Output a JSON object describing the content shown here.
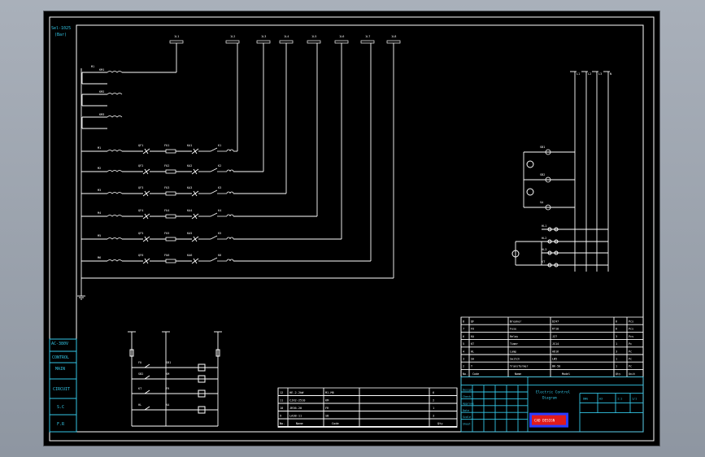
{
  "colors": {
    "background": "#000000",
    "frame": "#ffffff",
    "side_text": "#33c6e6",
    "bus_line": "#ffffff",
    "title_cyan": "#33c6e6",
    "stamp_red": "#e11b1b",
    "stamp_blue": "#2a3cff"
  },
  "side_table": {
    "top_lines": [
      "Sel-1025",
      "(Bar)"
    ],
    "cells": [
      "AC-380V",
      "CONTROL",
      "MAIN",
      "CIRCUIT",
      "S.C",
      "F.R"
    ]
  },
  "bus_labels": [
    "1L1",
    "1L2",
    "1L3",
    "1L4",
    "1L5",
    "1L6",
    "1L7",
    "1L8"
  ],
  "feeders": [
    {
      "motor": "M1",
      "breaker": "QF1",
      "fuse": "FU1",
      "relay": "KA1",
      "contact": "K1"
    },
    {
      "motor": "M2",
      "breaker": "QF2",
      "fuse": "FU2",
      "relay": "KA2",
      "contact": "K2"
    },
    {
      "motor": "M3",
      "breaker": "QF3",
      "fuse": "FU3",
      "relay": "KA3",
      "contact": "K3"
    },
    {
      "motor": "M4",
      "breaker": "QF4",
      "fuse": "FU4",
      "relay": "KA4",
      "contact": "K4"
    },
    {
      "motor": "M5",
      "breaker": "QF5",
      "fuse": "FU5",
      "relay": "KA5",
      "contact": "K5"
    },
    {
      "motor": "M6",
      "breaker": "QF6",
      "fuse": "FU6",
      "relay": "KA6",
      "contact": "K6"
    }
  ],
  "coils": [
    "KM1",
    "KM2",
    "KM3"
  ],
  "right_bus_labels": [
    "L1",
    "L2",
    "L3",
    "N"
  ],
  "right_labels": [
    "SB1",
    "SB2",
    "SA",
    "HL1",
    "HL2",
    "HL3",
    "KT"
  ],
  "control_labels": [
    "FU",
    "SB1",
    "SB2",
    "KM",
    "KT",
    "FR",
    "HL",
    "KA"
  ],
  "parts_table": {
    "rows": [
      [
        "12",
        "HE-2.2kW",
        "M1-M6",
        "6"
      ],
      [
        "11",
        "CJX2-2510",
        "KM",
        "2"
      ],
      [
        "10",
        "JR36-20",
        "FR",
        "1"
      ],
      [
        "9",
        "LA38-11",
        "SB",
        "3"
      ]
    ],
    "header": [
      "No.",
      "Name",
      "Code",
      "Qty"
    ]
  },
  "title_upper": {
    "rows": [
      [
        "8",
        "QF",
        "Breaker",
        "DZ47",
        "6",
        "Pcs"
      ],
      [
        "7",
        "FU",
        "Fuse",
        "RT18",
        "6",
        "Pcs"
      ],
      [
        "6",
        "KA",
        "Relay",
        "JZ7",
        "3",
        "Pcs"
      ],
      [
        "5",
        "KT",
        "Timer",
        "JS14",
        "1",
        "Pc"
      ],
      [
        "4",
        "HL",
        "Lamp",
        "AD16",
        "3",
        "Pc"
      ],
      [
        "3",
        "SA",
        "Switch",
        "LW5",
        "1",
        "Pc"
      ],
      [
        "2",
        "T",
        "Transformer",
        "BK-50",
        "1",
        "Pc"
      ]
    ],
    "header": [
      "No.",
      "Code",
      "Name",
      "Model",
      "Qty",
      "Unit"
    ]
  },
  "title_block": {
    "drawing_title": "Electric Control",
    "drawing_sub": "Diagram",
    "labels": [
      "Design",
      "Check",
      "Approve",
      "Date",
      "Scale",
      "Sheet"
    ],
    "stamp": "CAD DESIGN"
  }
}
